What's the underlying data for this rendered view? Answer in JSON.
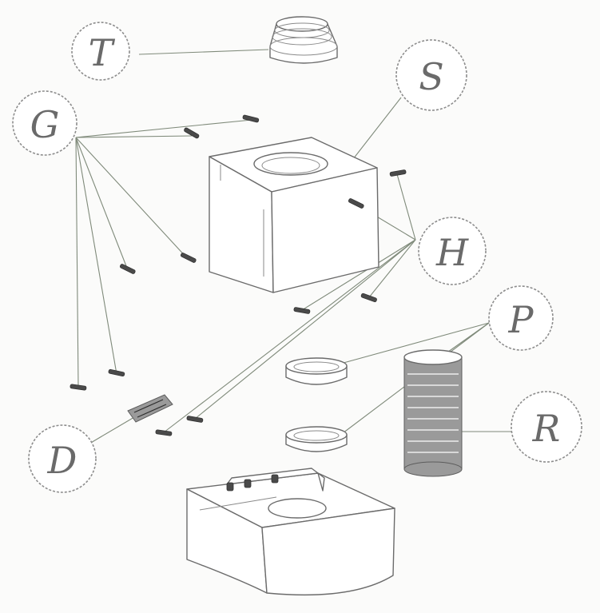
{
  "callouts": [
    {
      "id": "T",
      "label": "T"
    },
    {
      "id": "G",
      "label": "G"
    },
    {
      "id": "S",
      "label": "S"
    },
    {
      "id": "H",
      "label": "H"
    },
    {
      "id": "P",
      "label": "P"
    },
    {
      "id": "R",
      "label": "R"
    },
    {
      "id": "D",
      "label": "D"
    }
  ]
}
